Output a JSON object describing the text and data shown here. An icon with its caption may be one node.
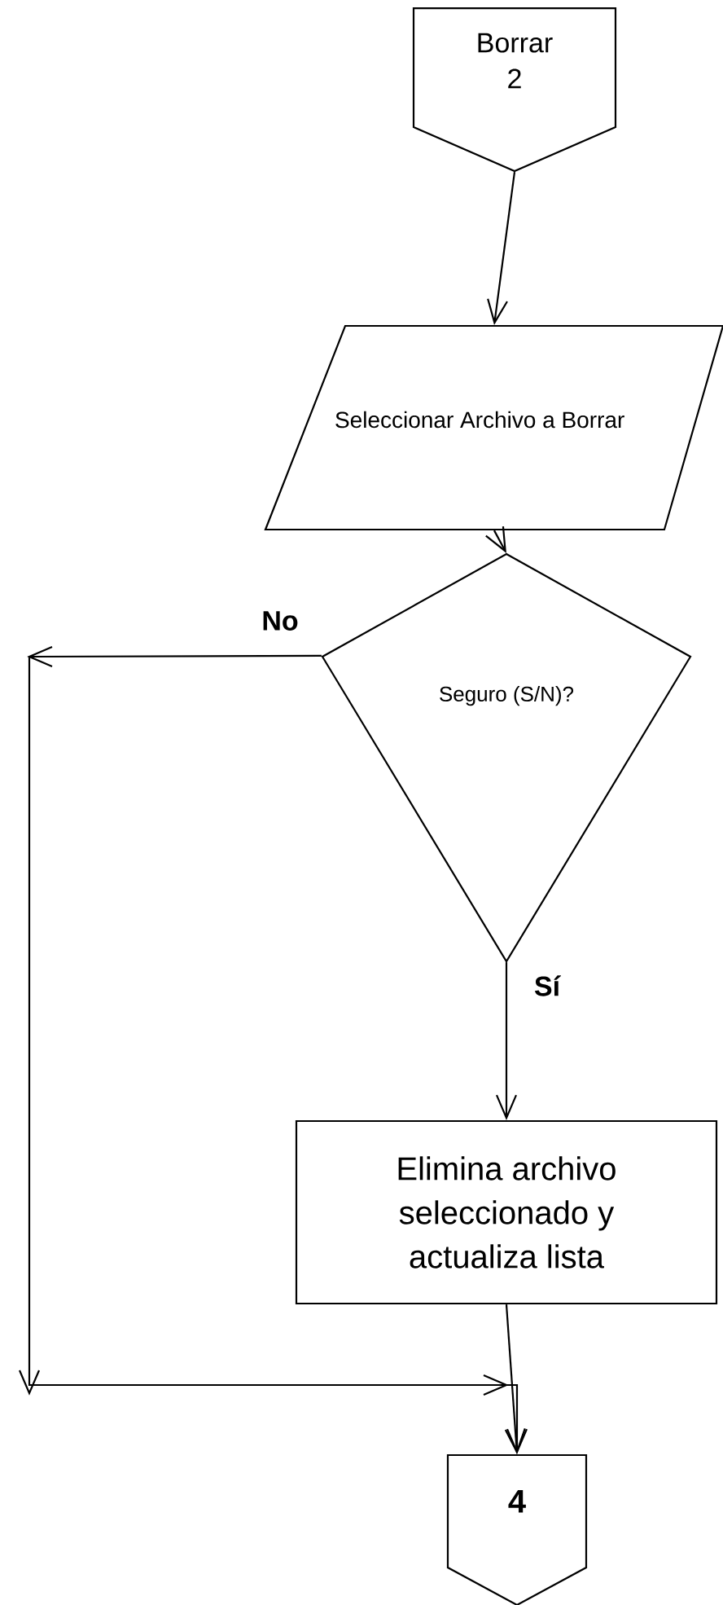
{
  "diagram": {
    "nodes": [
      {
        "text": [
          "Borrar",
          "2"
        ]
      },
      {
        "text": [
          "Seleccionar Archivo a Borrar"
        ]
      },
      {
        "text": [
          "Seguro (S/N)?"
        ]
      },
      {
        "text": [
          "Elimina archivo seleccionado y actualiza lista"
        ]
      },
      {
        "text": [
          "4"
        ]
      }
    ],
    "edges": [
      {
        "from": 0,
        "to": 1,
        "arrow": "to"
      },
      {
        "from": 1,
        "to": 2,
        "arrow": "to"
      },
      {
        "from": 2,
        "to": 3,
        "arrow": "to",
        "label": "Sí"
      },
      {
        "from": 2,
        "to": 4,
        "arrow": "to",
        "label": "No"
      },
      {
        "from": 3,
        "to": 4,
        "arrow": "to"
      }
    ]
  }
}
